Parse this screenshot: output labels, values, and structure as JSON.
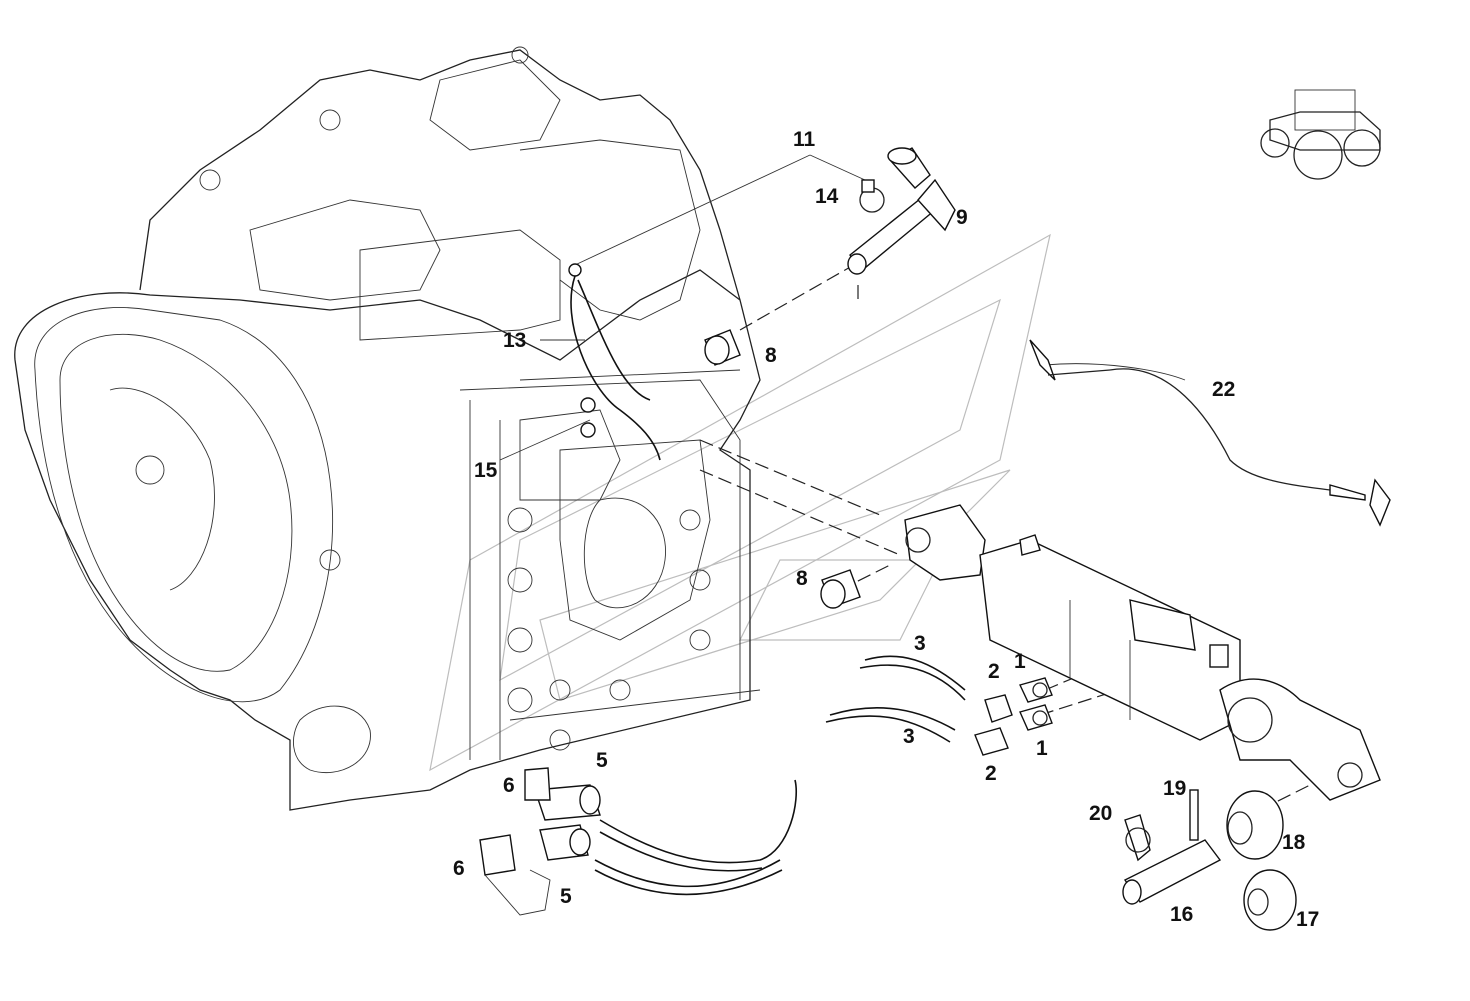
{
  "diagram": {
    "callouts": [
      {
        "id": "c11",
        "text": "11"
      },
      {
        "id": "c14",
        "text": "14"
      },
      {
        "id": "c9",
        "text": "9"
      },
      {
        "id": "c13",
        "text": "13"
      },
      {
        "id": "c8a",
        "text": "8"
      },
      {
        "id": "c22",
        "text": "22"
      },
      {
        "id": "c15",
        "text": "15"
      },
      {
        "id": "c8b",
        "text": "8"
      },
      {
        "id": "c3a",
        "text": "3"
      },
      {
        "id": "c2a",
        "text": "2"
      },
      {
        "id": "c1a",
        "text": "1"
      },
      {
        "id": "c3b",
        "text": "3"
      },
      {
        "id": "c1b",
        "text": "1"
      },
      {
        "id": "c2b",
        "text": "2"
      },
      {
        "id": "c5a",
        "text": "5"
      },
      {
        "id": "c6a",
        "text": "6"
      },
      {
        "id": "c19",
        "text": "19"
      },
      {
        "id": "c20",
        "text": "20"
      },
      {
        "id": "c18",
        "text": "18"
      },
      {
        "id": "c6b",
        "text": "6"
      },
      {
        "id": "c5b",
        "text": "5"
      },
      {
        "id": "c16",
        "text": "16"
      },
      {
        "id": "c17",
        "text": "17"
      }
    ]
  }
}
